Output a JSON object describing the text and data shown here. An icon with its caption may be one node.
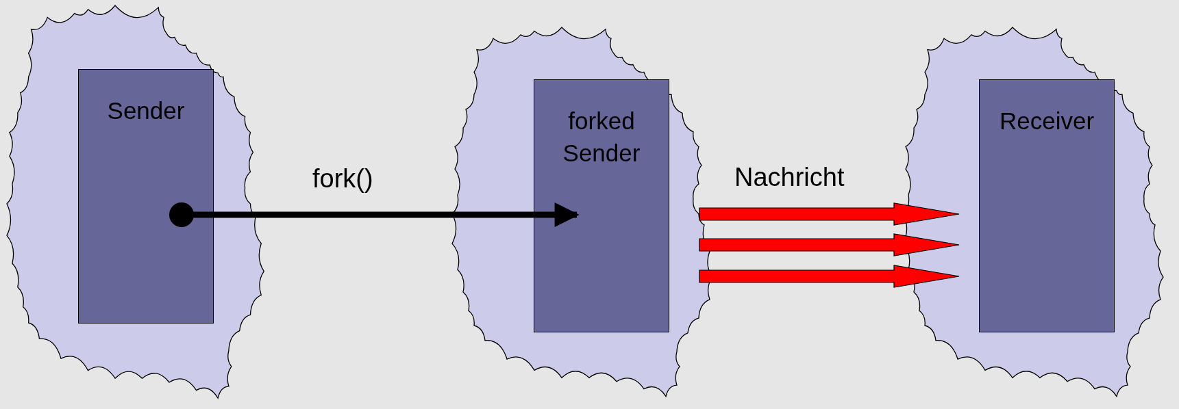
{
  "diagram": {
    "nodes": [
      {
        "text": [],
        "shape": "cloud"
      },
      {
        "text": [
          "Sender"
        ],
        "in": 0
      },
      {
        "text": [],
        "shape": "cloud"
      },
      {
        "text": [
          "forked Sender"
        ],
        "in": 2
      },
      {
        "text": [],
        "shape": "cloud"
      },
      {
        "text": [
          "Receiver"
        ],
        "in": 4
      }
    ],
    "edges": [
      {
        "from": 1,
        "to": 3,
        "arrow": "to",
        "label": "fork()",
        "color": "#000000"
      },
      {
        "from": 3,
        "to": 5,
        "arrow": "to",
        "label": "Nachricht",
        "color": "#ff0000"
      },
      {
        "from": 3,
        "to": 5,
        "arrow": "to",
        "color": "#ff0000"
      },
      {
        "from": 3,
        "to": 5,
        "arrow": "to",
        "color": "#ff0000"
      }
    ]
  }
}
